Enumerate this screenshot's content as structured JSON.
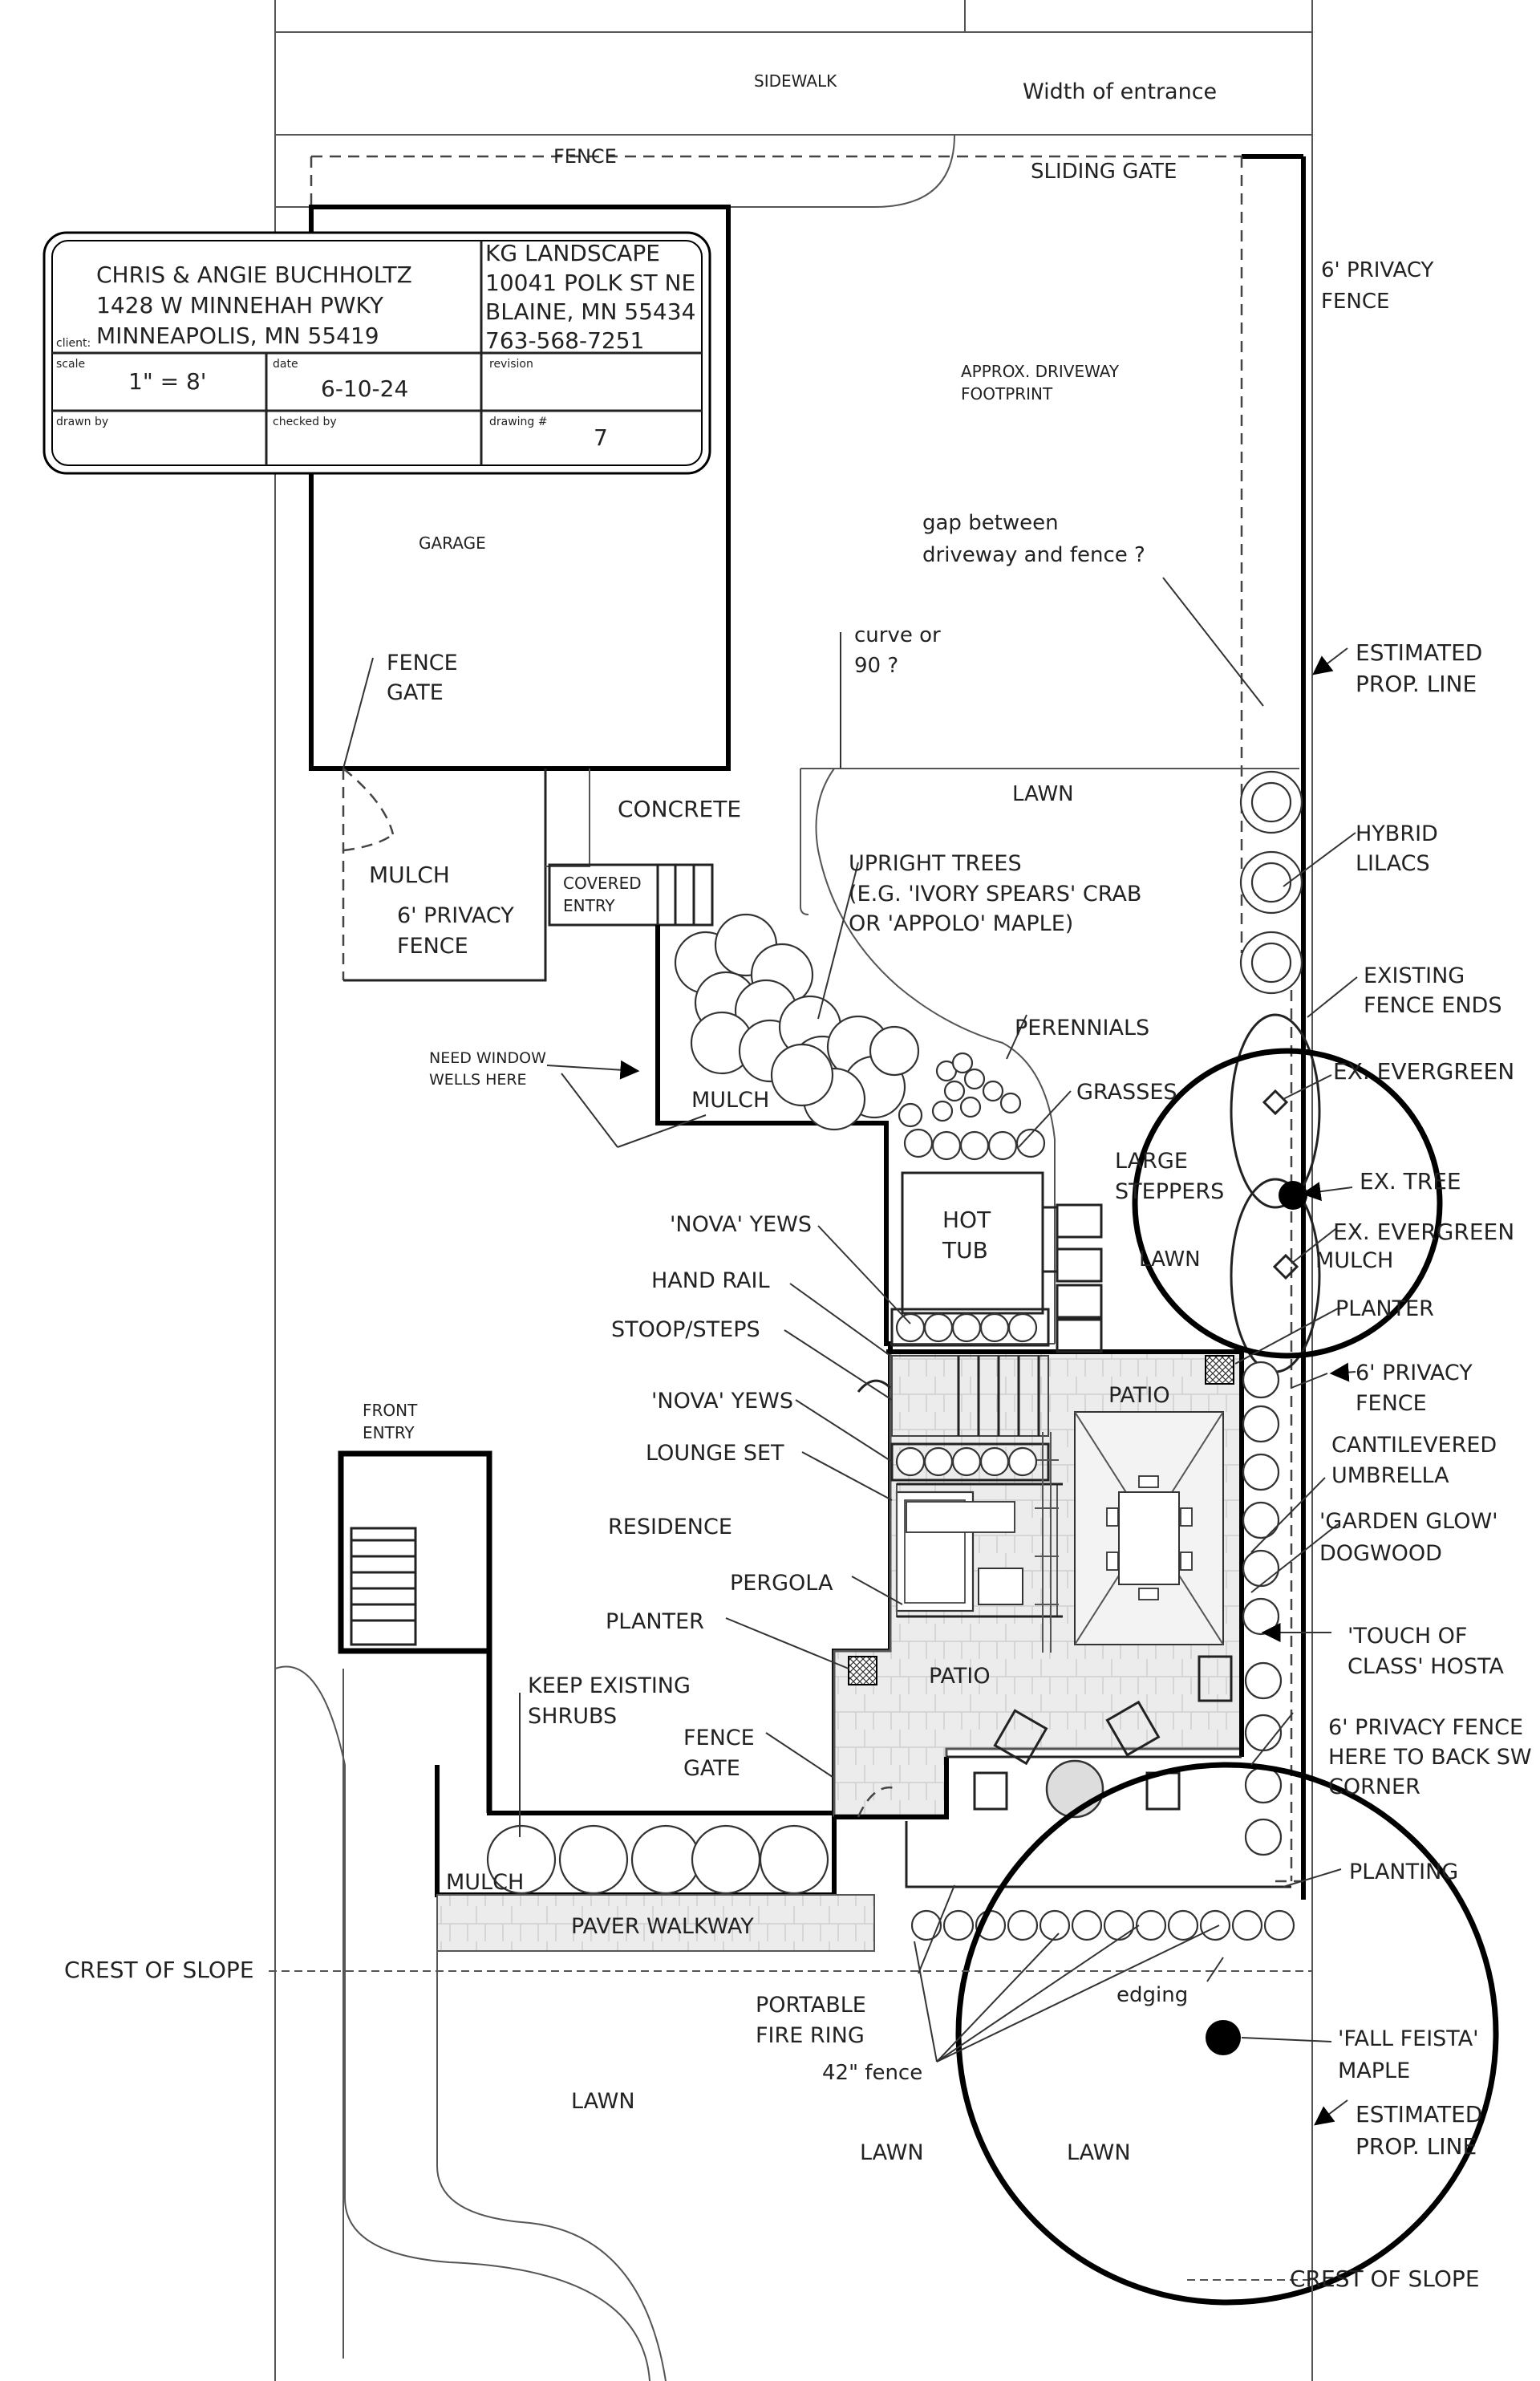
{
  "title_block": {
    "client_label": "client:",
    "client_name": "CHRIS & ANGIE BUCHHOLTZ",
    "client_street": "1428 W MINNEHAH PWKY",
    "client_city": "MINNEAPOLIS, MN 55419",
    "company_name": "KG LANDSCAPE",
    "company_street": "10041 POLK ST NE",
    "company_city": "BLAINE, MN 55434",
    "company_phone": "763-568-7251",
    "scale_label": "scale",
    "scale_value": "1\" = 8'",
    "date_label": "date",
    "date_value": "6-10-24",
    "revision_label": "revision",
    "drawn_by_label": "drawn by",
    "checked_by_label": "checked by",
    "drawing_no_label": "drawing #",
    "drawing_no_value": "7"
  },
  "labels": {
    "sidewalk": "SIDEWALK",
    "width_of_entrance": "Width of entrance",
    "fence_top": "FENCE",
    "sliding_gate": "SLIDING GATE",
    "privacy_fence_1a": "6' PRIVACY",
    "privacy_fence_1b": "FENCE",
    "approx_driveway_1": "APPROX. DRIVEWAY",
    "approx_driveway_2": "FOOTPRINT",
    "garage": "GARAGE",
    "gap_1": "gap between",
    "gap_2": "driveway and fence ?",
    "curve_1": "curve or",
    "curve_2": "90 ?",
    "fence_gate_1a": "FENCE",
    "fence_gate_1b": "GATE",
    "est_prop_1a": "ESTIMATED",
    "est_prop_1b": "PROP. LINE",
    "lawn_top": "LAWN",
    "concrete": "CONCRETE",
    "mulch_left": "MULCH",
    "covered_entry_1": "COVERED",
    "covered_entry_2": "ENTRY",
    "privacy_fence_2a": "6' PRIVACY",
    "privacy_fence_2b": "FENCE",
    "upright_1": "UPRIGHT TREES",
    "upright_2": "(E.G. 'IVORY SPEARS' CRAB",
    "upright_3": "OR 'APPOLO' MAPLE)",
    "hybrid_1": "HYBRID",
    "hybrid_2": "LILACS",
    "existing_fence_1": "EXISTING",
    "existing_fence_2": "FENCE ENDS",
    "perennials": "PERENNIALS",
    "window_wells_1": "NEED WINDOW",
    "window_wells_2": "WELLS HERE",
    "mulch_mid": "MULCH",
    "grasses": "GRASSES",
    "ex_evergreen_1": "EX. EVERGREEN",
    "large_steppers_1": "LARGE",
    "large_steppers_2": "STEPPERS",
    "ex_tree": "EX. TREE",
    "hot_tub_1": "HOT",
    "hot_tub_2": "TUB",
    "lawn_circle": "LAWN",
    "ex_evergreen_2": "EX. EVERGREEN",
    "mulch_right": "MULCH",
    "nova_yews_1": "'NOVA' YEWS",
    "planter_right": "PLANTER",
    "hand_rail": "HAND RAIL",
    "stoop_steps": "STOOP/STEPS",
    "privacy_fence_3a": "6' PRIVACY",
    "privacy_fence_3b": "FENCE",
    "patio_upper": "PATIO",
    "nova_yews_2": "'NOVA' YEWS",
    "cantilevered_1": "CANTILEVERED",
    "cantilevered_2": "UMBRELLA",
    "front_entry_1": "FRONT",
    "front_entry_2": "ENTRY",
    "lounge_set": "LOUNGE SET",
    "garden_glow_1": "'GARDEN GLOW'",
    "garden_glow_2": "DOGWOOD",
    "residence": "RESIDENCE",
    "pergola": "PERGOLA",
    "planter_left": "PLANTER",
    "touch_1": "'TOUCH OF",
    "touch_2": "CLASS' HOSTA",
    "patio_lower": "PATIO",
    "keep_1": "KEEP EXISTING",
    "keep_2": "SHRUBS",
    "privacy_fence_4a": "6' PRIVACY FENCE",
    "privacy_fence_4b": "HERE TO BACK SW",
    "privacy_fence_4c": "CORNER",
    "fence_gate_2a": "FENCE",
    "fence_gate_2b": "GATE",
    "planting": "PLANTING",
    "mulch_bottom": "MULCH",
    "paver_walkway": "PAVER WALKWAY",
    "crest_left": "CREST OF SLOPE",
    "edging": "edging",
    "portable_1": "PORTABLE",
    "portable_2": "FIRE RING",
    "fall_fiesta_1": "'FALL FEISTA'",
    "fall_fiesta_2": "MAPLE",
    "fence_42": "42\" fence",
    "lawn_bl": "LAWN",
    "est_prop_2a": "ESTIMATED",
    "est_prop_2b": "PROP. LINE",
    "lawn_bm": "LAWN",
    "lawn_br": "LAWN",
    "crest_right": "CREST OF SLOPE"
  },
  "colors": {
    "line": "#000000",
    "paver_fill": "#ececec",
    "background": "#ffffff"
  }
}
